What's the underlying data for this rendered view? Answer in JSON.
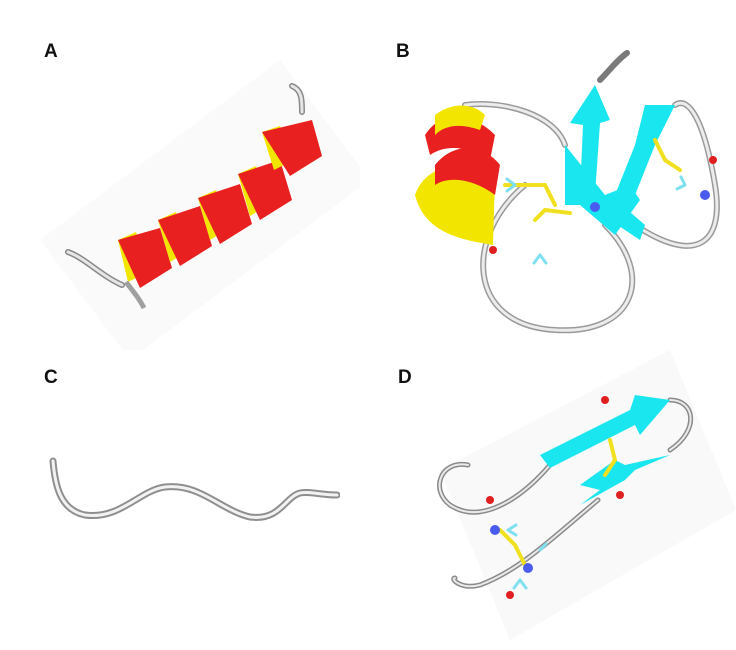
{
  "panels": {
    "a": {
      "label": "A",
      "depicts": "alpha-helix-ribbon"
    },
    "b": {
      "label": "B",
      "depicts": "helix-and-beta-sheet-ribbon"
    },
    "c": {
      "label": "C",
      "depicts": "random-coil-ribbon"
    },
    "d": {
      "label": "D",
      "depicts": "beta-hairpin-ribbon"
    }
  },
  "colors": {
    "helix_front": "#e82020",
    "helix_back": "#f2e600",
    "sheet": "#19e6ee",
    "coil": "#c8c8c8",
    "disulfide": "#f0e020",
    "oxygen": "#e02020",
    "nitrogen": "#4a5cf0",
    "hydrogen": "#7fe0f0"
  }
}
